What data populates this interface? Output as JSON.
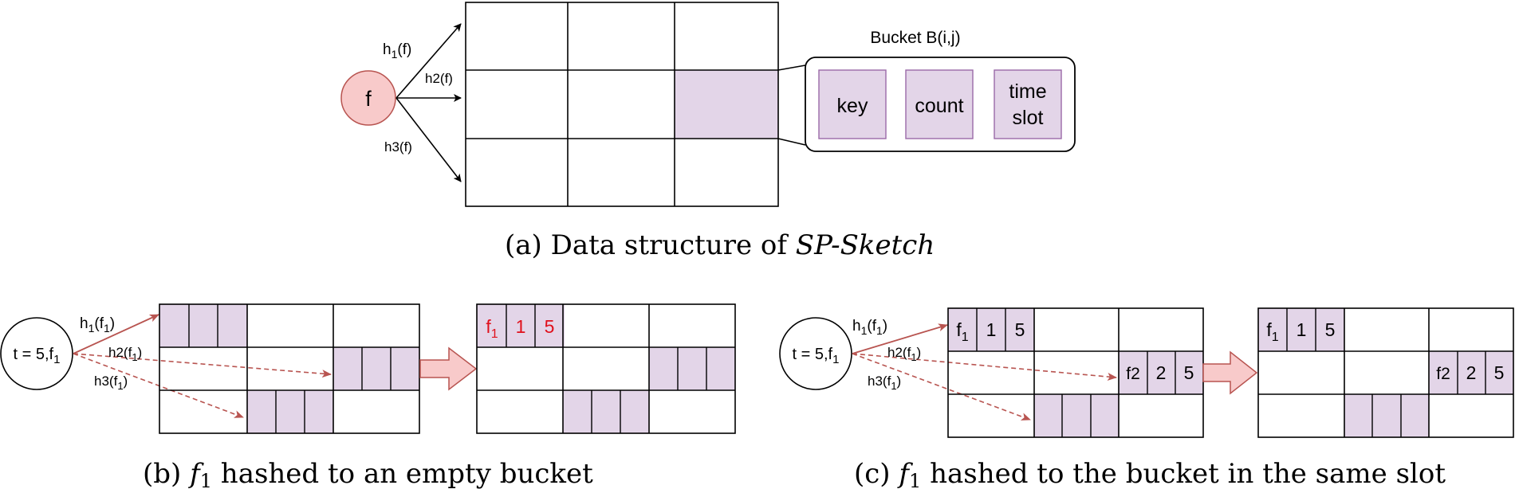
{
  "colors": {
    "accent_fill": "#e3d5e8",
    "accent_stroke": "#9b6aa8",
    "node_fill": "#f8caca",
    "node_stroke": "#b85450",
    "red_arrow": "#b85450",
    "big_arrow_fill": "#f8caca",
    "red_text": "#e0101c"
  },
  "panel_a": {
    "node_label": "f",
    "hash_labels": [
      {
        "main": "h",
        "sub": "1",
        "arg": "(f)"
      },
      {
        "main": "h2",
        "sub": "",
        "arg": "(f)"
      },
      {
        "main": "h3",
        "sub": "",
        "arg": "(f)"
      }
    ],
    "bucket_title": "Bucket B(i,j)",
    "fields": [
      {
        "line1": "key",
        "line2": ""
      },
      {
        "line1": "count",
        "line2": ""
      },
      {
        "line1": "time",
        "line2": "slot"
      }
    ],
    "caption": {
      "prefix": "(a)  Data structure of ",
      "emph": "SP-Sketch"
    }
  },
  "panel_b": {
    "node_text": "t = 5,f",
    "node_sub": "1",
    "hash_labels": [
      {
        "main": "h",
        "sub1": "1",
        "mid": "(f",
        "sub2": "1",
        "end": ")"
      },
      {
        "main": "h2",
        "sub1": "",
        "mid": "(f",
        "sub2": "1",
        "end": ")"
      },
      {
        "main": "h3",
        "sub1": "",
        "mid": "(f",
        "sub2": "1",
        "end": ")"
      }
    ],
    "result_entry": [
      "f",
      "1",
      "1",
      "5"
    ],
    "caption": {
      "prefix": "(b)  ",
      "emph": "f",
      "sub": "1",
      "rest": " hashed to an empty bucket"
    }
  },
  "panel_c": {
    "node_text": "t = 5,f",
    "node_sub": "1",
    "hash_labels": [
      {
        "main": "h",
        "sub1": "1",
        "mid": "(f",
        "sub2": "1",
        "end": ")"
      },
      {
        "main": "h2",
        "sub1": "",
        "mid": "(f",
        "sub2": "1",
        "end": ")"
      },
      {
        "main": "h3",
        "sub1": "",
        "mid": "(f",
        "sub2": "1",
        "end": ")"
      }
    ],
    "entry_f1": [
      "f",
      "1",
      "1",
      "5"
    ],
    "entry_f2": [
      "f2",
      "",
      "2",
      "5"
    ],
    "caption": {
      "prefix": "(c)  ",
      "emph": "f",
      "sub": "1",
      "rest": " hashed to the bucket in the same slot"
    }
  }
}
